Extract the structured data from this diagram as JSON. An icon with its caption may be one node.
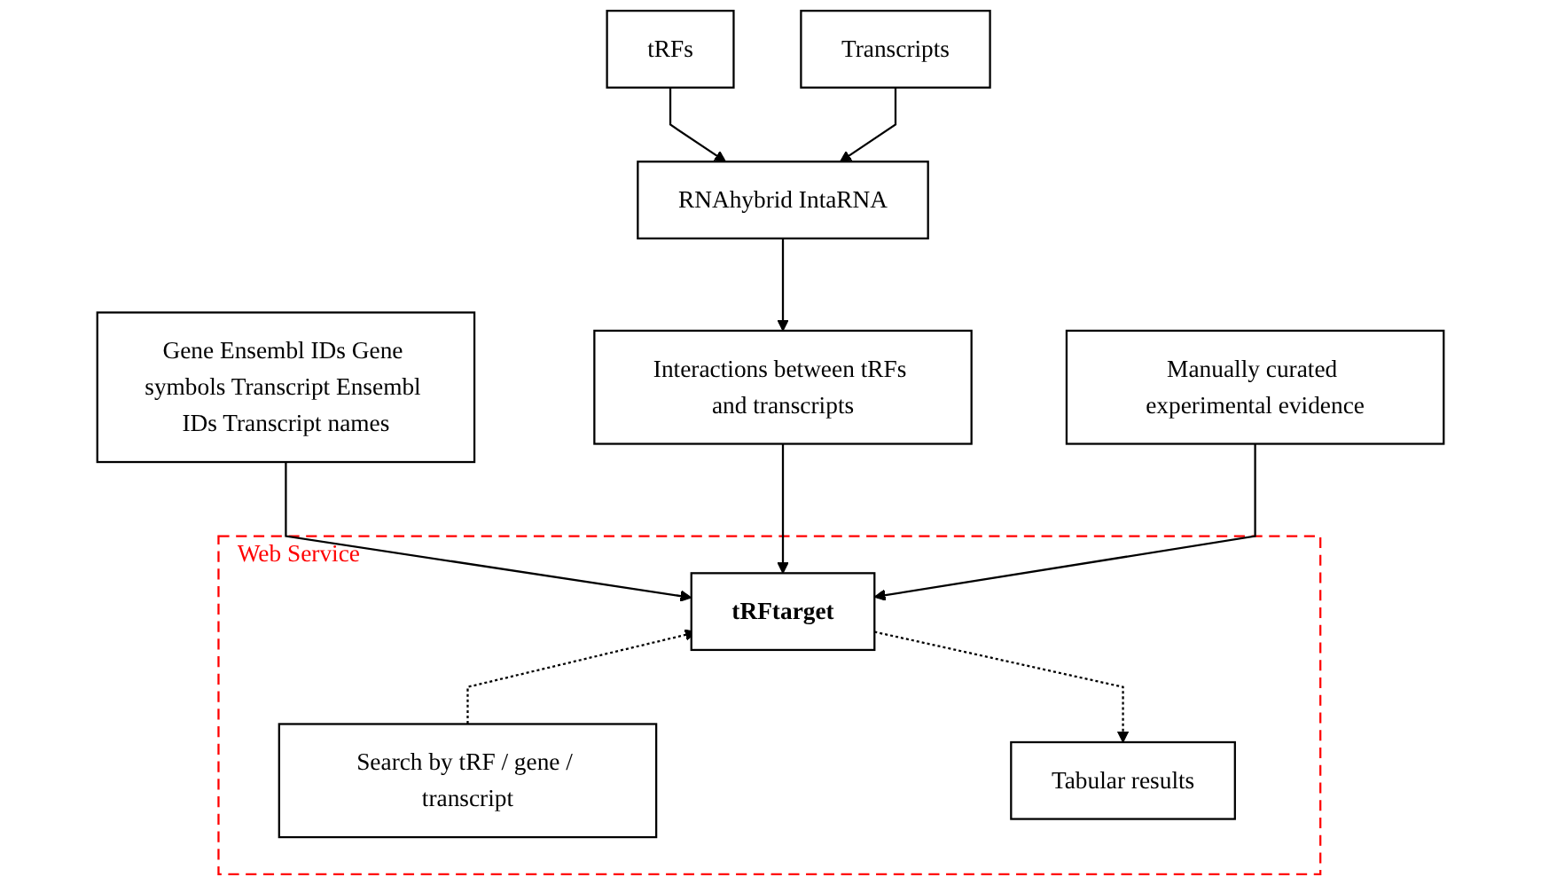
{
  "diagram": {
    "nodes": [
      {
        "text": [
          "tRFs"
        ]
      },
      {
        "text": [
          "Transcripts"
        ]
      },
      {
        "text": [
          "RNAhybrid IntaRNA"
        ]
      },
      {
        "text": [
          "Gene Ensembl IDs Gene symbols Transcript Ensembl IDs Transcript names"
        ]
      },
      {
        "text": [
          "Interactions between tRFs and transcripts"
        ]
      },
      {
        "text": [
          "Manually curated experimental evidence"
        ]
      },
      {
        "text": [
          "Web Service"
        ]
      },
      {
        "text": [
          "tRFtarget"
        ],
        "in": 6
      },
      {
        "text": [
          "Search by tRF / gene / transcript"
        ],
        "in": 6
      },
      {
        "text": [
          "Tabular results"
        ],
        "in": 6
      }
    ],
    "edges": [
      {
        "from": 0,
        "to": 2,
        "arrow": "to"
      },
      {
        "from": 1,
        "to": 2,
        "arrow": "to"
      },
      {
        "from": 2,
        "to": 4,
        "arrow": "to"
      },
      {
        "from": 3,
        "to": 7,
        "arrow": "to"
      },
      {
        "from": 4,
        "to": 7,
        "arrow": "to"
      },
      {
        "from": 5,
        "to": 7,
        "arrow": "to"
      },
      {
        "from": 8,
        "to": 7,
        "arrow": "to",
        "style": "dashed"
      },
      {
        "from": 7,
        "to": 9,
        "arrow": "to",
        "style": "dashed"
      }
    ]
  }
}
